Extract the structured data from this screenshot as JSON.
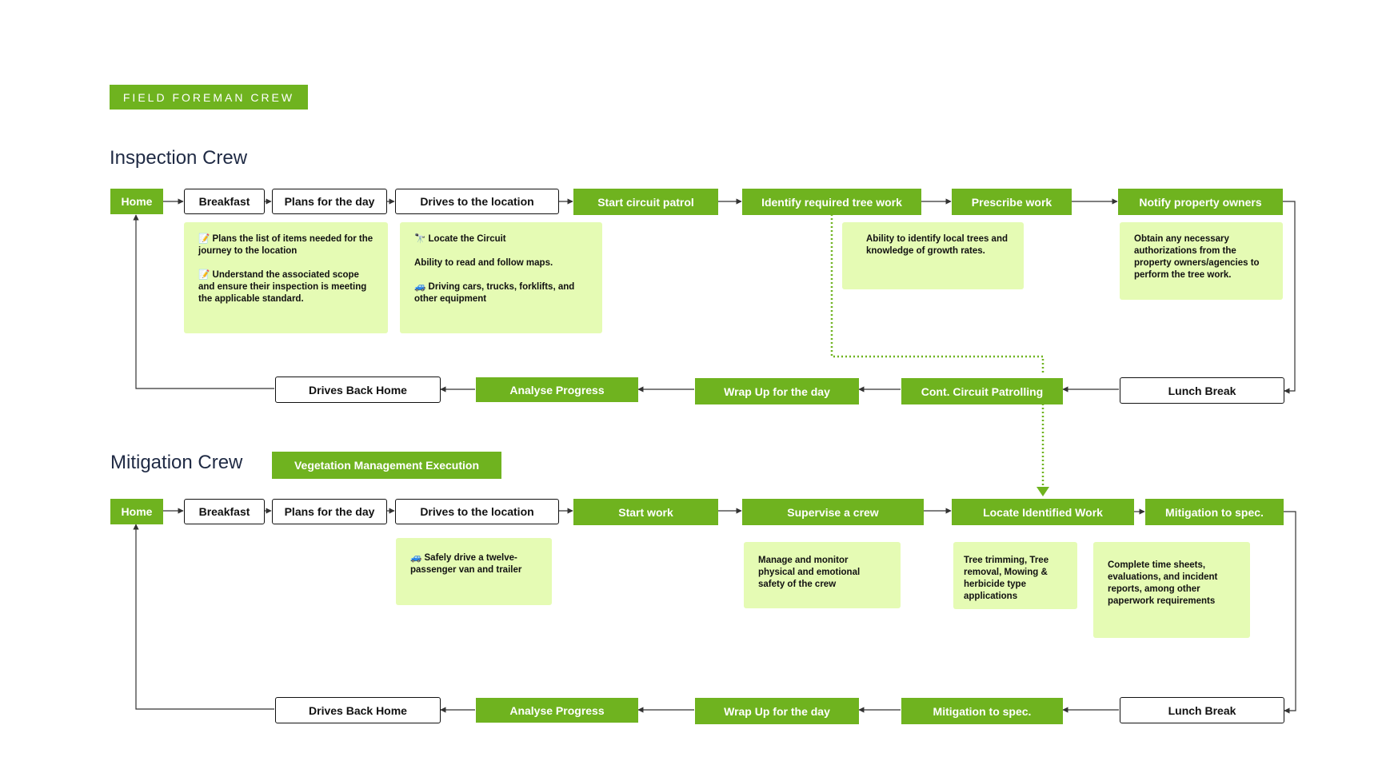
{
  "header": {
    "tag": "FIELD FOREMAN CREW"
  },
  "inspection": {
    "title": "Inspection Crew",
    "top": [
      "Home",
      "Breakfast",
      "Plans for the day",
      "Drives to the location",
      "Start circuit patrol",
      "Identify required tree work",
      "Prescribe work",
      "Notify property owners"
    ],
    "bottom": [
      "Lunch Break",
      "Cont. Circuit Patrolling",
      "Wrap Up for the day",
      "Analyse Progress",
      "Drives Back Home"
    ],
    "notes": {
      "plans": [
        "📝 Plans the list of items needed for the journey to the location",
        "📝 Understand the associated scope and ensure their inspection is meeting the applicable standard."
      ],
      "drives": [
        "🔭 Locate the Circuit",
        "Ability to read and follow maps.",
        "🚙 Driving cars, trucks, forklifts, and other equipment"
      ],
      "identify": [
        "Ability to identify local trees and knowledge of growth rates."
      ],
      "notify": [
        "Obtain any necessary authorizations from the property owners/agencies to perform the tree work."
      ]
    }
  },
  "mitigation": {
    "title": "Mitigation Crew",
    "tag": "Vegetation Management Execution",
    "top": [
      "Home",
      "Breakfast",
      "Plans for the day",
      "Drives to the location",
      "Start work",
      "Supervise a crew",
      "Locate Identified Work",
      "Mitigation to spec."
    ],
    "bottom": [
      "Lunch Break",
      "Mitigation to spec.",
      "Wrap Up for the day",
      "Analyse Progress",
      "Drives Back Home"
    ],
    "notes": {
      "drives": [
        "🚙 Safely drive a twelve-passenger van and trailer"
      ],
      "supervise": [
        "Manage and monitor physical and emotional safety of the crew"
      ],
      "locate": [
        "Tree trimming, Tree removal, Mowing & herbicide type applications"
      ],
      "spec": [
        "Complete time sheets, evaluations, and incident reports, among other paperwork requirements"
      ]
    }
  },
  "colors": {
    "accent": "#6fb31f",
    "note_bg": "#e5fbb4",
    "title": "#1f2a44"
  }
}
